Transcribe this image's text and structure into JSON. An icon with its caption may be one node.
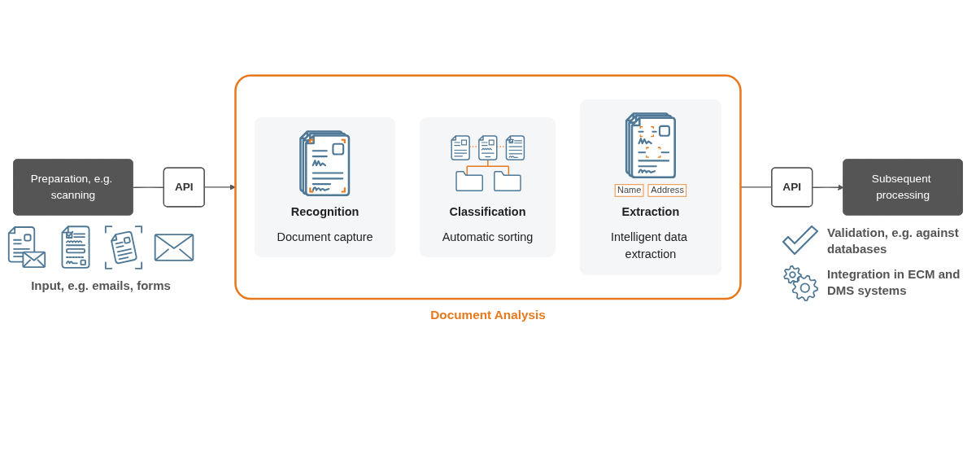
{
  "diagram": {
    "nodes": [
      {
        "text": [
          "Preparation, e.g. scanning"
        ]
      },
      {
        "text": [
          "API"
        ]
      },
      {
        "text": [
          "Document Analysis"
        ]
      },
      {
        "text": [
          "Recognition",
          "Document capture"
        ],
        "in": 2
      },
      {
        "text": [
          "Classification",
          "Automatic sorting"
        ],
        "in": 2
      },
      {
        "text": [
          "Extraction",
          "Intelligent data extraction"
        ],
        "in": 2
      },
      {
        "text": [
          "API"
        ]
      },
      {
        "text": [
          "Subsequent processing"
        ],
        "beside": [
          "Validation, e.g. against databases",
          "Integration in ECM and DMS systems"
        ]
      }
    ],
    "edges": [
      {
        "from": 0,
        "to": 1,
        "arrow": "none"
      },
      {
        "from": 1,
        "to": 2,
        "arrow": "to"
      },
      {
        "from": 2,
        "to": 6,
        "arrow": "none"
      },
      {
        "from": 6,
        "to": 7,
        "arrow": "to"
      }
    ],
    "labels": [
      "Name",
      "Address",
      "Input, e.g. emails, forms"
    ]
  }
}
